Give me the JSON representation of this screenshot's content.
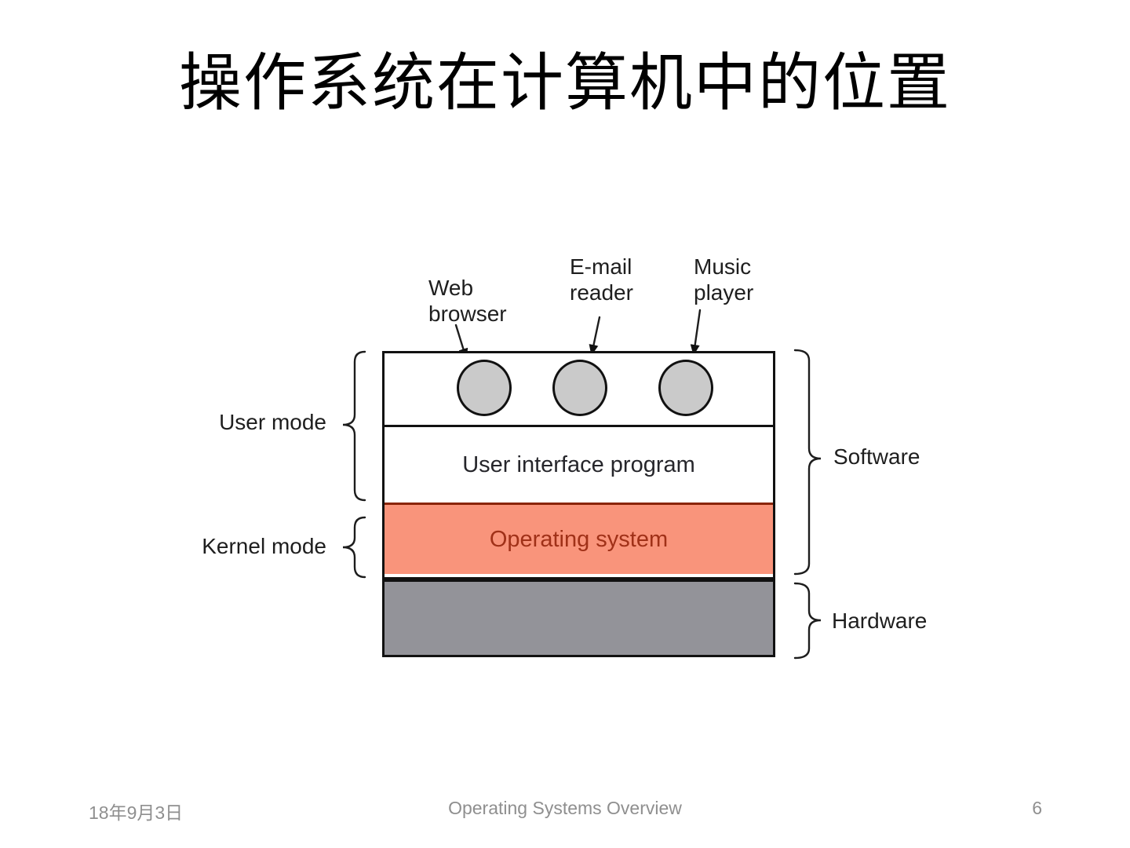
{
  "slide": {
    "title": "操作系统在计算机中的位置",
    "footer": {
      "date": "18年9月3日",
      "center": "Operating Systems Overview",
      "page": "6"
    }
  },
  "diagram": {
    "app_labels": [
      {
        "line1": "Web",
        "line2": "browser"
      },
      {
        "line1": "E-mail",
        "line2": "reader"
      },
      {
        "line1": "Music",
        "line2": "player"
      }
    ],
    "layers": {
      "user_interface": "User interface program",
      "operating_system": "Operating system"
    },
    "side_labels": {
      "left_top": "User mode",
      "left_bottom": "Kernel mode",
      "right_top": "Software",
      "right_bottom": "Hardware"
    },
    "colors": {
      "os_fill": "#f9947b",
      "os_border": "#8a2506",
      "os_text": "#a03118",
      "hardware_fill": "#939399",
      "circle_fill": "#cacaca",
      "outline": "#111111",
      "footer_text": "#8f8f8f"
    }
  }
}
